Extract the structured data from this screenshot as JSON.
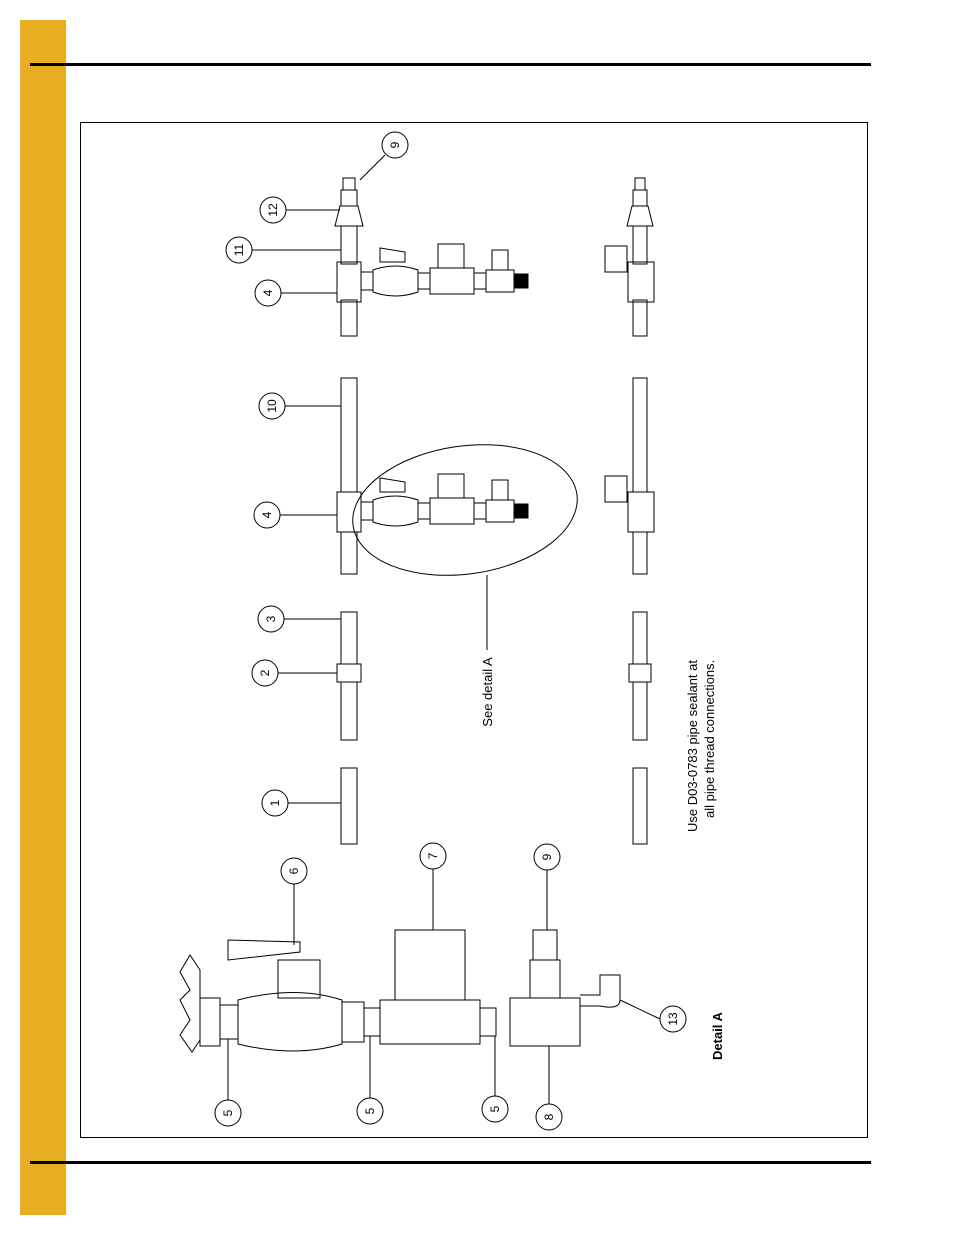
{
  "colors": {
    "side_bar": "#E8AE23",
    "line": "#000000",
    "background": "#ffffff"
  },
  "callouts": {
    "c9_top": "9",
    "c12": "12",
    "c11": "11",
    "c4_top": "4",
    "c10": "10",
    "c4_mid": "4",
    "c3": "3",
    "c2": "2",
    "c1": "1",
    "c6": "6",
    "c7": "7",
    "c9_detail": "9",
    "c13": "13",
    "c5_a": "5",
    "c5_b": "5",
    "c5_c": "5",
    "c8": "8"
  },
  "labels": {
    "see_detail": "See detail A",
    "note_line1": "Use D03-0783 pipe sealant at",
    "note_line2": "all pipe thread connections.",
    "detail_title": "Detail A"
  }
}
